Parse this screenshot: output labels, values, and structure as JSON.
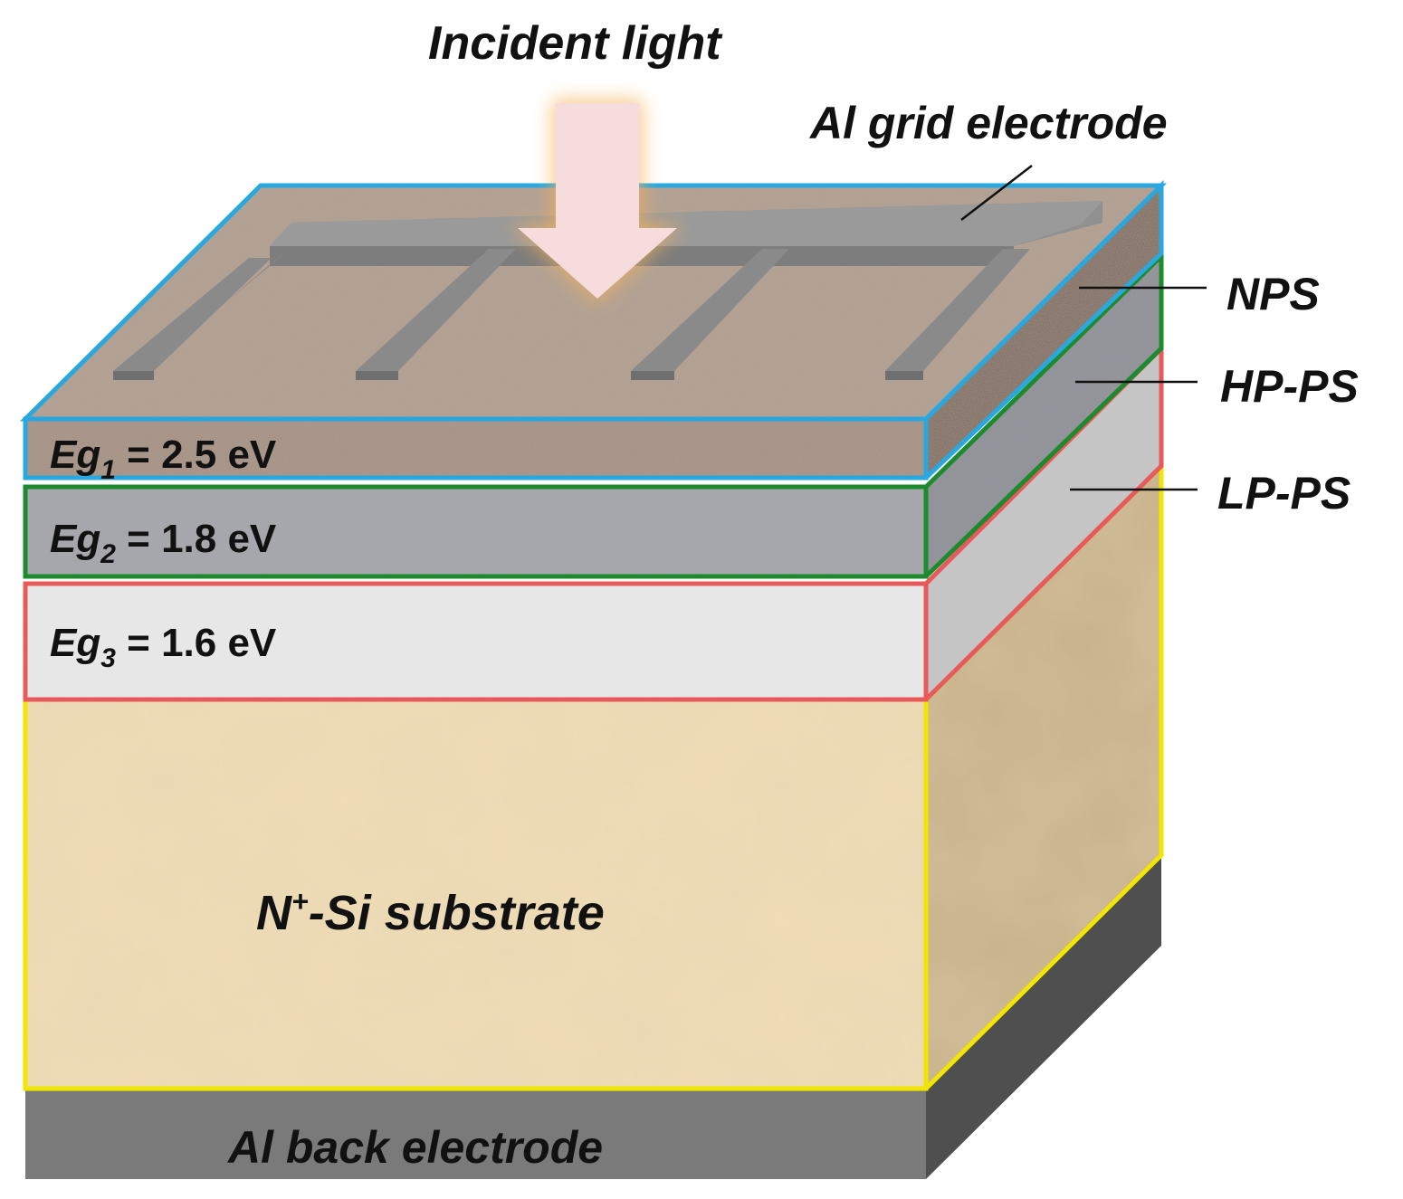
{
  "labels": {
    "incident_light": "Incident light",
    "al_grid_electrode": "Al grid electrode",
    "nps": "NPS",
    "hp_ps": "HP-PS",
    "lp_ps": "LP-PS",
    "substrate_main": "N",
    "substrate_sup": "+",
    "substrate_rest": "-Si substrate",
    "al_back_electrode": "Al back electrode"
  },
  "bandgaps": [
    {
      "prefix": "Eg",
      "sub": "1",
      "value": " = 2.5 eV"
    },
    {
      "prefix": "Eg",
      "sub": "2",
      "value": " = 1.8 eV"
    },
    {
      "prefix": "Eg",
      "sub": "3",
      "value": " = 1.6 eV"
    }
  ],
  "colors": {
    "nps_outline": "#29a8e0",
    "hp_ps_outline": "#1e8a2e",
    "lp_ps_outline": "#e85a5a",
    "substrate_outline": "#f2e600",
    "electrode_gray": "#8c8c8c",
    "arrow_fill": "#f6dcdc",
    "arrow_glow": "#f7b25a"
  }
}
